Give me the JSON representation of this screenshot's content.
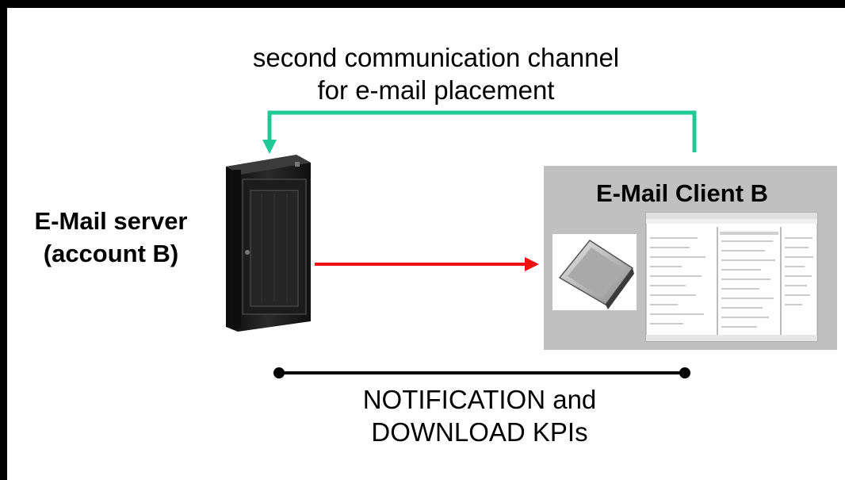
{
  "labels": {
    "top_line1": "second communication channel",
    "top_line2": "for e-mail placement",
    "server_line1": "E-Mail server",
    "server_line2": "(account B)",
    "client_title": "E-Mail Client B",
    "bottom_line1": "NOTIFICATION and",
    "bottom_line2": "DOWNLOAD KPIs"
  },
  "icons": {
    "server": "server-rack-icon",
    "card": "pc-card-modem-icon",
    "screenshot": "email-client-screenshot"
  },
  "colors": {
    "feedback_channel": "#1ec996",
    "data_flow": "#ee1111",
    "kpi_bar": "#000000",
    "client_panel": "#c0c0c0"
  }
}
